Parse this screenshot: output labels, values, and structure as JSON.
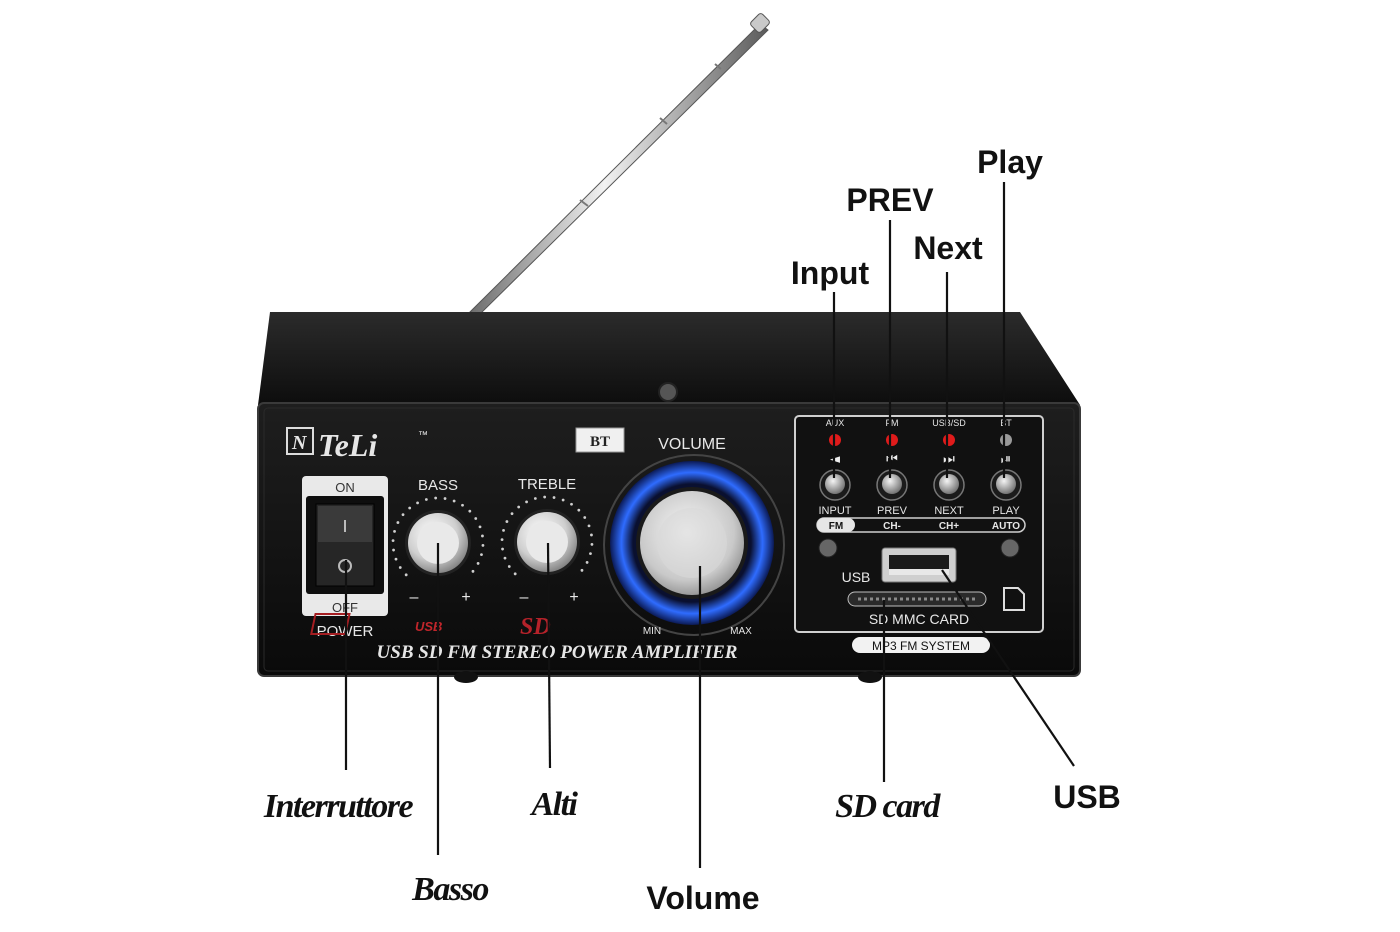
{
  "device": {
    "brand": "TeLi",
    "brand_mark": "™",
    "bt_badge": "BT",
    "volume_label": "VOLUME",
    "bass_label": "BASS",
    "treble_label": "TREBLE",
    "minus": "–",
    "plus": "+",
    "min_label": "MIN",
    "max_label": "MAX",
    "power_on": "ON",
    "power_off": "OFF",
    "power_label": "POWER",
    "usb_logo": "USB",
    "sd_logo": "SD",
    "model_text": "USB SD FM STEREO POWER AMPLIFIER",
    "mode_leds": [
      "AUX",
      "FM",
      "USB/SD",
      "BT"
    ],
    "buttons": [
      "INPUT",
      "PREV",
      "NEXT",
      "PLAY"
    ],
    "sub_labels": [
      "FM",
      "CH-",
      "CH+",
      "AUTO"
    ],
    "usb_port_label": "USB",
    "sd_slot_label": "SD  MMC  CARD",
    "system_label": "MP3 FM SYSTEM"
  },
  "callouts": {
    "play": "Play",
    "prev": "PREV",
    "next": "Next",
    "input": "Input",
    "interruttore": "Interruttore",
    "basso": "Basso",
    "alti": "Alti",
    "volume": "Volume",
    "sd_card": "SD card",
    "usb": "USB"
  },
  "colors": {
    "body": "#141414",
    "led_red": "#e01b1b",
    "led_off": "#9a9a9a",
    "volume_glow": "#2f6cff"
  }
}
